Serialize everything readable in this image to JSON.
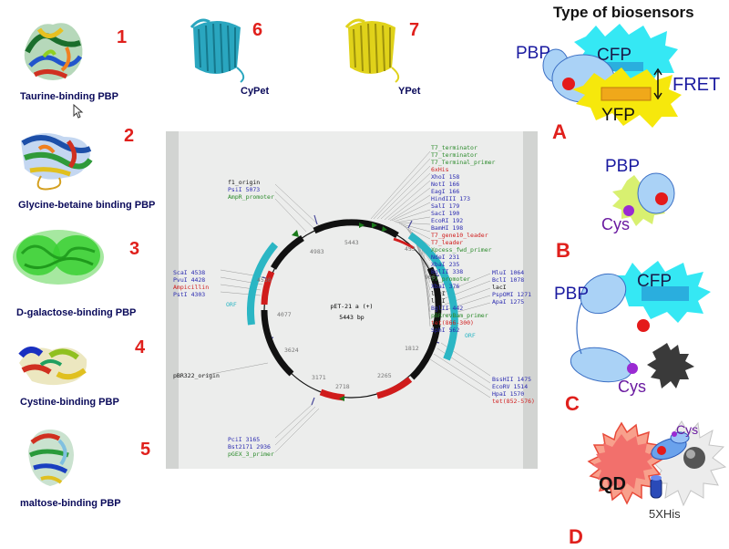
{
  "proteins": [
    {
      "number": "1",
      "name": "Taurine-binding PBP",
      "icon": "protein-ribbon-rainbow"
    },
    {
      "number": "2",
      "name": "Glycine-betaine binding PBP",
      "icon": "protein-ribbon-rainbow"
    },
    {
      "number": "3",
      "name": "D-galactose-binding PBP",
      "icon": "protein-surface-green"
    },
    {
      "number": "4",
      "name": "Cystine-binding PBP",
      "icon": "protein-ribbon-rainbow"
    },
    {
      "number": "5",
      "name": "maltose-binding PBP",
      "icon": "protein-ribbon-rainbow"
    },
    {
      "number": "6",
      "name": "CyPet",
      "icon": "beta-barrel-cyan"
    },
    {
      "number": "7",
      "name": "YPet",
      "icon": "beta-barrel-yellow"
    }
  ],
  "biosensors": {
    "title": "Type of biosensors",
    "A": {
      "letter": "A",
      "pbp": "PBP",
      "cfp": "CFP",
      "yfp": "YFP",
      "fret": "FRET"
    },
    "B": {
      "letter": "B",
      "pbp": "PBP",
      "cys": "Cys"
    },
    "C": {
      "letter": "C",
      "pbp": "PBP",
      "cfp": "CFP",
      "cys": "Cys"
    },
    "D": {
      "letter": "D",
      "qd": "QD",
      "cys": "Cys",
      "his": "5XHis"
    }
  },
  "plasmid": {
    "name": "pET-21 a (+)",
    "size": "5443 bp",
    "positions": [
      "5443",
      "453",
      "906",
      "1812",
      "2265",
      "2718",
      "3171",
      "3624",
      "4077",
      "4530",
      "4983"
    ],
    "labels_top_right": [
      "T7_terminator",
      "T7_terminator",
      "T7_Terminal_primer",
      "6xHis",
      "XhoI 158",
      "NotI 166",
      "EagI 166",
      "HindIII 173",
      "SalI 179",
      "SacI 190",
      "EcoRI 192",
      "BamHI 198",
      "T7_gene10_leader",
      "T7_leader",
      "Xpcess_fwd_primer",
      "NdeI 231",
      "XbaI 235",
      "BglII 338",
      "T7_promoter",
      "XbaI 376",
      "lacI",
      "lacI",
      "BglII 442",
      "pBRrevBam_primer",
      "tet(866-300)",
      "SphI 562"
    ],
    "labels_right": [
      "MluI 1064",
      "BclI 1078",
      "lacI",
      "PspOMI 1271",
      "ApaI 1275"
    ],
    "labels_bottom_right": [
      "BssHII 1475",
      "EcoRV 1514",
      "HpaI 1570",
      "tet(852-576)"
    ],
    "labels_top_left": [
      "f1_origin",
      "PsiI 5073",
      "AmpR_promoter"
    ],
    "labels_left": [
      "ScaI 4538",
      "PvuI 4428",
      "Ampicillin",
      "PstI 4303"
    ],
    "label_left_origin": "pBR322_origin",
    "labels_bottom_left": [
      "PciI 3165",
      "Bst2171 2936",
      "pGEX_3_primer"
    ],
    "orf_left": "ORF",
    "orf_right": "ORF"
  }
}
